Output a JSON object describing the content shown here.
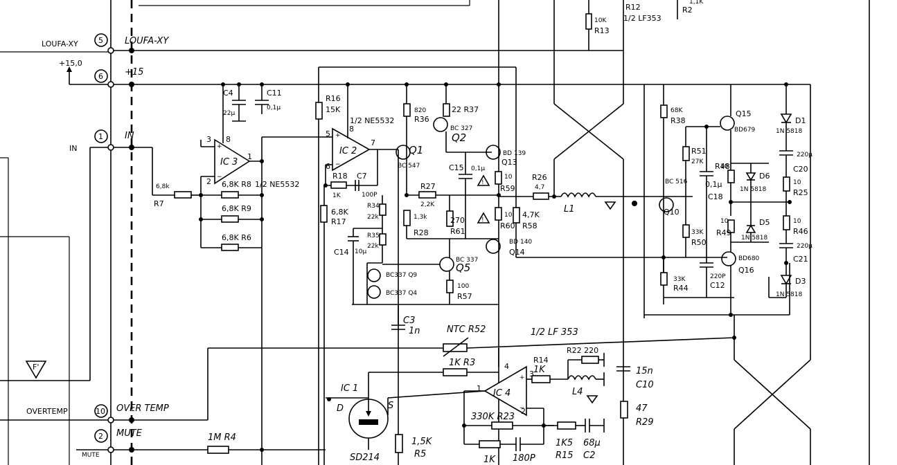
{
  "connector": {
    "loufa_left": "LOUFA-XY",
    "loufa_right": "LOUFA-XY",
    "plus15_left": "+15,0",
    "plus15_right": "+15",
    "in_left": "IN",
    "in_right": "IN",
    "overtemp_left": "OVERTEMP",
    "overtemp_right": "OVER TEMP",
    "mute_left": "MUTE",
    "mute_right": "MUTE",
    "pin5": "5",
    "pin6": "6",
    "pin1": "1",
    "pin10": "10",
    "pin2": "2",
    "f_prime": "F'"
  },
  "ic3": {
    "label": "IC 3",
    "type": "1/2 NE5532",
    "pin3": "3",
    "pin8": "8",
    "pin2": "2",
    "pin1": "1"
  },
  "ic2": {
    "label": "IC 2",
    "type": "1/2 NE5532",
    "pin5": "5",
    "pin8": "8",
    "pin6": "6",
    "pin7": "7"
  },
  "ic4": {
    "label": "IC 4",
    "type": "1/2 LF 353",
    "pin4": "4",
    "pin3": "3",
    "pin1": "1",
    "pin2": "2"
  },
  "top_labels": {
    "r13": "10K",
    "r13_name": "R13",
    "r12": "R12",
    "lf353_top": "1/2 LF353",
    "r2_val": "1,1K",
    "r2": "R2"
  },
  "components": {
    "r7": "R7",
    "r7_val": "6,8k",
    "r8": "6,8K R8",
    "r9": "6,8K R9",
    "r6": "6,8K R6",
    "c4": "C4",
    "c4_val": "22µ",
    "c11": "C11",
    "c11_val": "0,1µ",
    "r16": "R16",
    "r16_val": "15K",
    "r18": "R18",
    "r18_val": "1K",
    "c7": "C7",
    "c7_val": "100P",
    "r17": "R17",
    "r17_val": "6,8K",
    "r34": "R34",
    "r34_val": "22k",
    "r35": "R35",
    "r35_val": "22k",
    "c14": "C14",
    "c14_val": "10µ",
    "q9": "BC337 Q9",
    "q4": "BC337 Q4",
    "r36": "R36",
    "r36_val": "820",
    "r37": "22 R37",
    "q2_type": "BC 327",
    "q2": "Q2",
    "q1": "Q1",
    "q1_type": "BC 547",
    "r27": "R27",
    "r27_val": "2,2K",
    "r28": "R28",
    "r28_val": "1,3k",
    "c15": "C15",
    "c15_val": "0,1µ",
    "r61": "R61",
    "r61_val": "270",
    "q5_type": "BC 337",
    "q5": "Q5",
    "r57": "R57",
    "r57_val": "100",
    "q13": "Q13",
    "q13_type": "BD 139",
    "r59": "R59",
    "r59_val": "10",
    "r60": "R60",
    "r60_val": "10",
    "r58": "R58",
    "r58_val": "4,7K",
    "q14": "Q14",
    "q14_type": "BD 140",
    "r26": "R26",
    "r26_val": "4,7",
    "l1": "L1",
    "r38": "R38",
    "r38_val": "68K",
    "r51": "R51",
    "r51_val": "27K",
    "c18": "C18",
    "c18_val": "0,1µ",
    "q10": "Q10",
    "q10_type": "BC 516",
    "r50": "R50",
    "r50_val": "33K",
    "r44": "R44",
    "r44_val": "33K",
    "c12": "C12",
    "c12_val": "220P",
    "q15": "Q15",
    "q15_type": "BD679",
    "q16": "Q16",
    "q16_type": "BD680",
    "r48": "R48",
    "r48_val": "10",
    "r49": "R49",
    "r49_val": "10",
    "d6": "D6",
    "d6_type": "1N 5818",
    "d5": "D5",
    "d5_type": "1N 5818",
    "d1": "D1",
    "d1_type": "1N 5818",
    "d3": "D3",
    "d3_type": "1N 5818",
    "c20": "C20",
    "c20_val": "220µ",
    "c21": "C21",
    "c21_val": "220µ",
    "r25": "R25",
    "r25_val": "10",
    "r46": "R46",
    "r46_val": "10",
    "c3": "C3",
    "c3_val": "1n",
    "ntc": "NTC R52",
    "lf353_mid": "1/2 LF 353",
    "r3": "1K R3",
    "r14": "R14",
    "r14_val": "1K",
    "r22": "R22 220",
    "l4": "L4",
    "c10": "C10",
    "c10_val": "15n",
    "r29": "R29",
    "r29_val": "47",
    "r23": "330K R23",
    "r15": "R15",
    "r15_val": "1K5",
    "c2": "C2",
    "c2_val": "68µ",
    "r_bottom": "1K",
    "c_bottom": "180P",
    "ic1": "IC 1",
    "ic1_d": "D",
    "ic1_s": "S",
    "ic1_type": "SD214",
    "r5": "R5",
    "r5_val": "1,5K",
    "r4": "1M R4"
  }
}
